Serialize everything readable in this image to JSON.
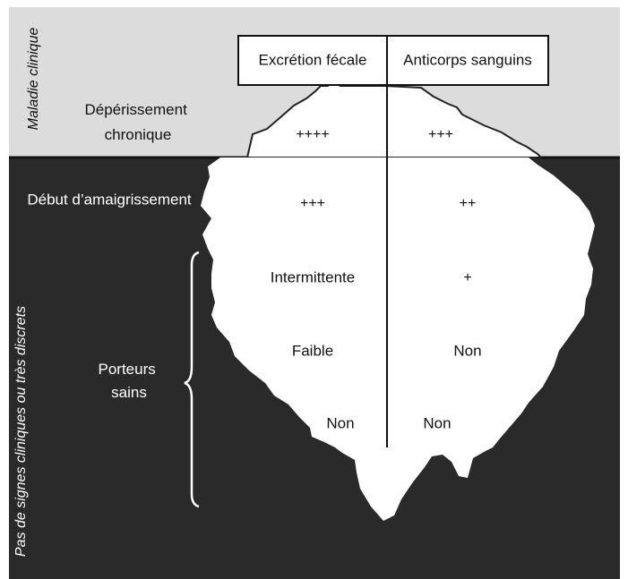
{
  "colors": {
    "upper_band": "#dcdcdc",
    "lower_band": "#2a2a2a",
    "iceberg": "#ffffff",
    "outline": "#222222"
  },
  "sections": {
    "upper_side_label": "Maladie clinique",
    "lower_side_label": "Pas de signes cliniques ou très discrets"
  },
  "columns": {
    "left_header": "Excrétion fécale",
    "right_header": "Anticorps sanguins"
  },
  "stages": [
    {
      "label": "Dépérissement chronique",
      "excretion": "++++",
      "anticorps": "+++"
    },
    {
      "label": "Début d’amaigrissement",
      "excretion": "+++",
      "anticorps": "++"
    },
    {
      "label": "",
      "excretion": "Intermittente",
      "anticorps": "+"
    },
    {
      "label": "",
      "excretion": "Faible",
      "anticorps": "Non"
    },
    {
      "label": "",
      "excretion": "Non",
      "anticorps": "Non"
    }
  ],
  "group_label": "Porteurs sains"
}
